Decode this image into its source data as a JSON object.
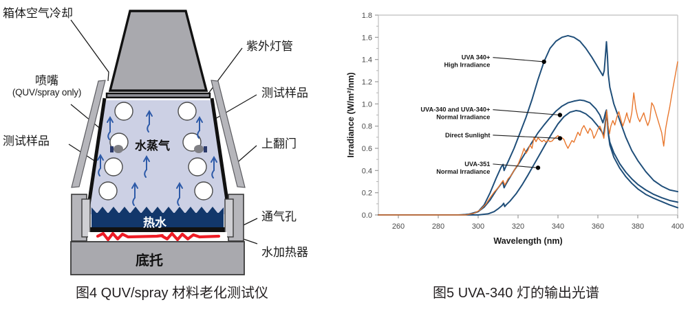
{
  "figure4": {
    "caption": "图4  QUV/spray 材料老化测试仪",
    "labels": {
      "air_cooling": "箱体空气冷却",
      "nozzle": "喷嘴",
      "nozzle_sub": "(QUV/spray only)",
      "sample_left": "测试样品",
      "uv_lamp": "紫外灯管",
      "sample_right": "测试样品",
      "flip_door": "上翻门",
      "vent_hole": "通气孔",
      "water_heater": "水加热器",
      "water_vapor": "水蒸气",
      "hot_water": "热水",
      "base_tray": "底托"
    },
    "colors": {
      "body_gray": "#a9a9ae",
      "chamber_fill": "#ccd0e4",
      "hot_water_fill": "#12376b",
      "heater_red": "#ee1c25",
      "outline": "#111111",
      "panel_gray": "#b6b6bb"
    }
  },
  "figure5": {
    "caption": "图5  UVA-340 灯的输出光谱",
    "chart_data": {
      "type": "line",
      "title": "",
      "xlabel": "Wavelength (nm)",
      "ylabel": "Irradiance (W/m²/nm)",
      "xlim": [
        250,
        400
      ],
      "ylim": [
        0.0,
        1.8
      ],
      "xticks": [
        260,
        280,
        300,
        320,
        340,
        360,
        380,
        400
      ],
      "yticks": [
        "0.0",
        "0.2",
        "0.4",
        "0.6",
        "0.8",
        "1.0",
        "1.2",
        "1.4",
        "1.6",
        "1.8"
      ],
      "xtick_step": 20,
      "ytick_step": 0.2,
      "yminor_step": 0.1,
      "grid": false,
      "legend": "annotations",
      "colors": {
        "lamp": "#1f4e79",
        "sunlight": "#e8762c",
        "annotation": "#1a1a1a"
      },
      "annotations": [
        {
          "label": "UVA 340+",
          "label2": "High Irradiance",
          "x": 333,
          "y": 1.38,
          "text_x": 306,
          "text_y": 1.4
        },
        {
          "label": "UVA-340 and UVA-340+",
          "label2": "Normal Irradiance",
          "x": 341,
          "y": 0.9,
          "text_x": 306,
          "text_y": 0.93
        },
        {
          "label": "Direct Sunlight",
          "label2": "",
          "x": 341,
          "y": 0.69,
          "text_x": 306,
          "text_y": 0.7
        },
        {
          "label": "UVA-351",
          "label2": "Normal Irradiance",
          "x": 330,
          "y": 0.425,
          "text_x": 306,
          "text_y": 0.44
        }
      ],
      "series": [
        {
          "name": "UVA 340+ High Irradiance",
          "color": "#1f4e79",
          "points": [
            [
              250,
              0.0
            ],
            [
              290,
              0.0
            ],
            [
              295,
              0.005
            ],
            [
              300,
              0.03
            ],
            [
              303,
              0.09
            ],
            [
              306,
              0.2
            ],
            [
              309,
              0.33
            ],
            [
              311.5,
              0.43
            ],
            [
              312.5,
              0.455
            ],
            [
              313.0,
              0.4
            ],
            [
              313.6,
              0.425
            ],
            [
              315,
              0.48
            ],
            [
              318,
              0.6
            ],
            [
              321,
              0.74
            ],
            [
              324,
              0.88
            ],
            [
              327,
              1.04
            ],
            [
              330,
              1.22
            ],
            [
              333,
              1.38
            ],
            [
              336,
              1.5
            ],
            [
              339,
              1.565
            ],
            [
              342,
              1.6
            ],
            [
              345,
              1.615
            ],
            [
              348,
              1.6
            ],
            [
              351,
              1.565
            ],
            [
              354,
              1.5
            ],
            [
              357,
              1.42
            ],
            [
              359,
              1.36
            ],
            [
              361,
              1.3
            ],
            [
              362.5,
              1.255
            ],
            [
              363.2,
              1.3
            ],
            [
              363.8,
              1.44
            ],
            [
              364.3,
              1.56
            ],
            [
              364.8,
              1.43
            ],
            [
              365.2,
              1.27
            ],
            [
              366,
              1.15
            ],
            [
              368,
              1.0
            ],
            [
              371,
              0.85
            ],
            [
              374,
              0.7
            ],
            [
              377,
              0.58
            ],
            [
              380,
              0.49
            ],
            [
              384,
              0.39
            ],
            [
              388,
              0.31
            ],
            [
              392,
              0.26
            ],
            [
              396,
              0.225
            ],
            [
              400,
              0.21
            ]
          ]
        },
        {
          "name": "UVA-340 and UVA-340+ Normal Irradiance",
          "color": "#1f4e79",
          "points": [
            [
              250,
              0.0
            ],
            [
              292,
              0.0
            ],
            [
              297,
              0.01
            ],
            [
              300,
              0.03
            ],
            [
              303,
              0.07
            ],
            [
              306,
              0.135
            ],
            [
              309,
              0.22
            ],
            [
              311.3,
              0.275
            ],
            [
              312.3,
              0.3
            ],
            [
              313.0,
              0.245
            ],
            [
              313.7,
              0.27
            ],
            [
              315,
              0.31
            ],
            [
              318,
              0.4
            ],
            [
              321,
              0.48
            ],
            [
              324,
              0.57
            ],
            [
              327,
              0.655
            ],
            [
              330,
              0.74
            ],
            [
              333,
              0.81
            ],
            [
              336,
              0.875
            ],
            [
              339,
              0.935
            ],
            [
              342,
              0.98
            ],
            [
              345,
              1.01
            ],
            [
              348,
              1.025
            ],
            [
              351,
              1.035
            ],
            [
              353,
              1.03
            ],
            [
              356,
              1.01
            ],
            [
              359,
              0.955
            ],
            [
              361,
              0.9
            ],
            [
              362.5,
              0.83
            ],
            [
              363.2,
              0.875
            ],
            [
              363.8,
              0.92
            ],
            [
              364.3,
              0.945
            ],
            [
              364.8,
              0.86
            ],
            [
              365.3,
              0.73
            ],
            [
              366,
              0.655
            ],
            [
              368,
              0.56
            ],
            [
              371,
              0.46
            ],
            [
              374,
              0.385
            ],
            [
              377,
              0.325
            ],
            [
              380,
              0.275
            ],
            [
              384,
              0.225
            ],
            [
              388,
              0.185
            ],
            [
              392,
              0.155
            ],
            [
              396,
              0.13
            ],
            [
              400,
              0.115
            ]
          ]
        },
        {
          "name": "UVA-351 Normal Irradiance",
          "color": "#1f4e79",
          "points": [
            [
              250,
              0.0
            ],
            [
              300,
              0.0
            ],
            [
              305,
              0.01
            ],
            [
              308,
              0.03
            ],
            [
              310,
              0.055
            ],
            [
              312,
              0.085
            ],
            [
              312.8,
              0.105
            ],
            [
              313.3,
              0.075
            ],
            [
              314,
              0.09
            ],
            [
              316,
              0.125
            ],
            [
              319,
              0.19
            ],
            [
              322,
              0.27
            ],
            [
              325,
              0.36
            ],
            [
              328,
              0.455
            ],
            [
              331,
              0.55
            ],
            [
              334,
              0.645
            ],
            [
              337,
              0.735
            ],
            [
              340,
              0.82
            ],
            [
              343,
              0.885
            ],
            [
              346,
              0.925
            ],
            [
              349,
              0.94
            ],
            [
              351,
              0.935
            ],
            [
              354,
              0.91
            ],
            [
              357,
              0.865
            ],
            [
              360,
              0.8
            ],
            [
              362,
              0.75
            ],
            [
              362.8,
              0.715
            ],
            [
              363.5,
              0.8
            ],
            [
              364.2,
              0.91
            ],
            [
              364.8,
              0.84
            ],
            [
              365.3,
              0.72
            ],
            [
              366,
              0.63
            ],
            [
              368,
              0.52
            ],
            [
              371,
              0.42
            ],
            [
              374,
              0.345
            ],
            [
              377,
              0.285
            ],
            [
              380,
              0.235
            ],
            [
              384,
              0.185
            ],
            [
              388,
              0.15
            ],
            [
              392,
              0.12
            ],
            [
              396,
              0.09
            ],
            [
              400,
              0.065
            ]
          ]
        },
        {
          "name": "Direct Sunlight",
          "color": "#e8762c",
          "points": [
            [
              250,
              0.0
            ],
            [
              294,
              0.0
            ],
            [
              298,
              0.015
            ],
            [
              301,
              0.045
            ],
            [
              304,
              0.1
            ],
            [
              306,
              0.155
            ],
            [
              308,
              0.205
            ],
            [
              310,
              0.245
            ],
            [
              311.5,
              0.285
            ],
            [
              312.5,
              0.31
            ],
            [
              313.3,
              0.27
            ],
            [
              314,
              0.29
            ],
            [
              315,
              0.325
            ],
            [
              316.5,
              0.355
            ],
            [
              318,
              0.4
            ],
            [
              319,
              0.43
            ],
            [
              320,
              0.455
            ],
            [
              321,
              0.5
            ],
            [
              322,
              0.545
            ],
            [
              323,
              0.6
            ],
            [
              324,
              0.555
            ],
            [
              325,
              0.585
            ],
            [
              326,
              0.63
            ],
            [
              327,
              0.6
            ],
            [
              328,
              0.7
            ],
            [
              329,
              0.66
            ],
            [
              330,
              0.695
            ],
            [
              331,
              0.675
            ],
            [
              332,
              0.66
            ],
            [
              333,
              0.675
            ],
            [
              334,
              0.655
            ],
            [
              335,
              0.675
            ],
            [
              336,
              0.66
            ],
            [
              337,
              0.665
            ],
            [
              338,
              0.685
            ],
            [
              339,
              0.7
            ],
            [
              340,
              0.715
            ],
            [
              341,
              0.69
            ],
            [
              342,
              0.695
            ],
            [
              343,
              0.68
            ],
            [
              344,
              0.635
            ],
            [
              345,
              0.6
            ],
            [
              346,
              0.635
            ],
            [
              347,
              0.67
            ],
            [
              348,
              0.655
            ],
            [
              349,
              0.7
            ],
            [
              350,
              0.745
            ],
            [
              351,
              0.715
            ],
            [
              352,
              0.775
            ],
            [
              353,
              0.805
            ],
            [
              354,
              0.77
            ],
            [
              355,
              0.735
            ],
            [
              356,
              0.78
            ],
            [
              357,
              0.755
            ],
            [
              358,
              0.69
            ],
            [
              359,
              0.725
            ],
            [
              360,
              0.77
            ],
            [
              361,
              0.8
            ],
            [
              362,
              0.755
            ],
            [
              363,
              0.69
            ],
            [
              363.8,
              0.8
            ],
            [
              364.4,
              0.94
            ],
            [
              365,
              0.82
            ],
            [
              365.8,
              0.73
            ],
            [
              366.5,
              0.8
            ],
            [
              367.5,
              0.85
            ],
            [
              368.5,
              0.81
            ],
            [
              369.5,
              0.88
            ],
            [
              370.5,
              0.93
            ],
            [
              371.5,
              0.86
            ],
            [
              372.5,
              0.8
            ],
            [
              373.5,
              0.855
            ],
            [
              374.5,
              0.92
            ],
            [
              375,
              0.88
            ],
            [
              376,
              0.83
            ],
            [
              377,
              0.92
            ],
            [
              378,
              1.1
            ],
            [
              379,
              0.96
            ],
            [
              380,
              0.88
            ],
            [
              381,
              0.84
            ],
            [
              382,
              0.88
            ],
            [
              383,
              0.92
            ],
            [
              384,
              0.855
            ],
            [
              385,
              0.805
            ],
            [
              386,
              0.855
            ],
            [
              387,
              1.01
            ],
            [
              388,
              0.98
            ],
            [
              389,
              0.92
            ],
            [
              390,
              0.86
            ],
            [
              391,
              0.8
            ],
            [
              392,
              0.74
            ],
            [
              393,
              0.62
            ],
            [
              394,
              0.78
            ],
            [
              395,
              0.88
            ],
            [
              396,
              0.97
            ],
            [
              397,
              1.08
            ],
            [
              398,
              1.18
            ],
            [
              399,
              1.28
            ],
            [
              400,
              1.38
            ]
          ]
        }
      ]
    }
  }
}
